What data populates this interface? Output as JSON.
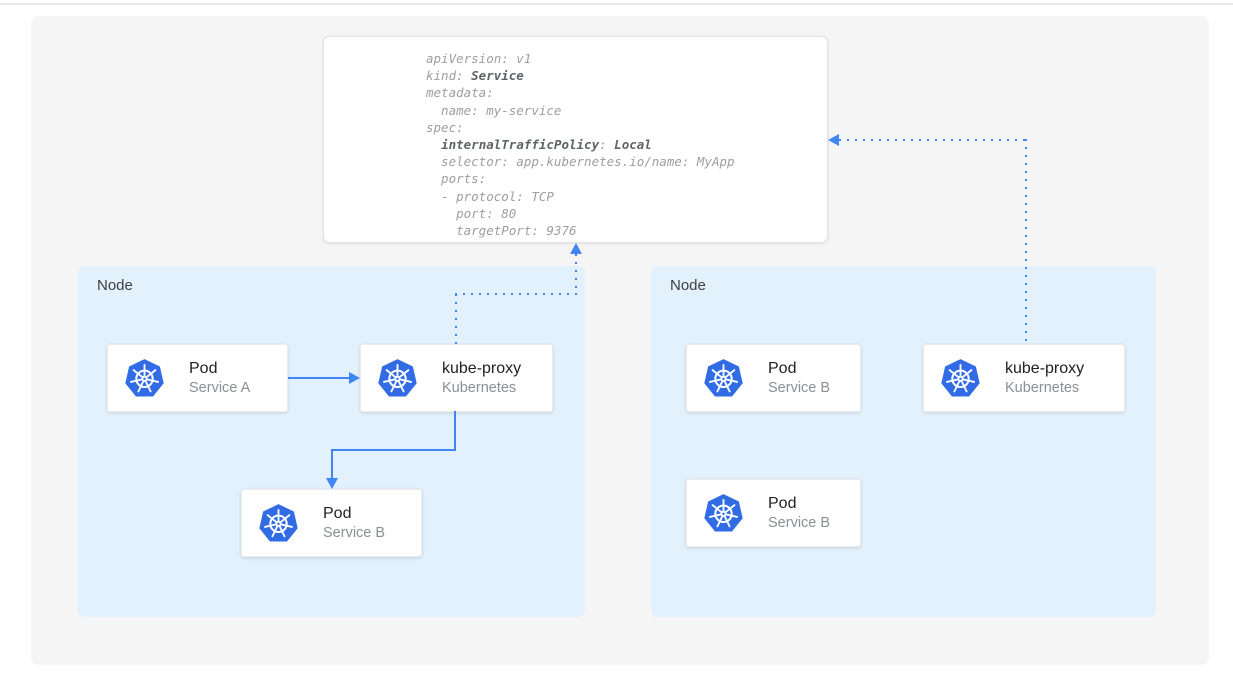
{
  "colors": {
    "accent_blue": "#4285f4",
    "node_background": "#e3f1fc",
    "kubernetes_blue": "#326ce5",
    "code_text": "#9e9e9e",
    "code_bold_text": "#5f6368",
    "canvas_background": "#f5f5f5"
  },
  "yaml": {
    "l1": "apiVersion: v1",
    "l2a": "kind: ",
    "l2b": "Service",
    "l3": "metadata:",
    "l4": "  name: my-service",
    "l5": "spec:",
    "l6a": "  ",
    "l6b": "internalTrafficPolicy",
    "l6c": ": ",
    "l6d": "Local",
    "l7": "  selector: app.kubernetes.io/name: MyApp",
    "l8": "  ports:",
    "l9": "  - protocol: TCP",
    "l10": "    port: 80",
    "l11": "    targetPort: 9376"
  },
  "nodes": {
    "left": {
      "label": "Node",
      "pod_a": {
        "title": "Pod",
        "subtitle": "Service A"
      },
      "kube_proxy": {
        "title": "kube-proxy",
        "subtitle": "Kubernetes"
      },
      "pod_b": {
        "title": "Pod",
        "subtitle": "Service B"
      }
    },
    "right": {
      "label": "Node",
      "pod_b1": {
        "title": "Pod",
        "subtitle": "Service B"
      },
      "kube_proxy": {
        "title": "kube-proxy",
        "subtitle": "Kubernetes"
      },
      "pod_b2": {
        "title": "Pod",
        "subtitle": "Service B"
      }
    }
  },
  "icons": {
    "kubernetes": "kubernetes-logo"
  }
}
